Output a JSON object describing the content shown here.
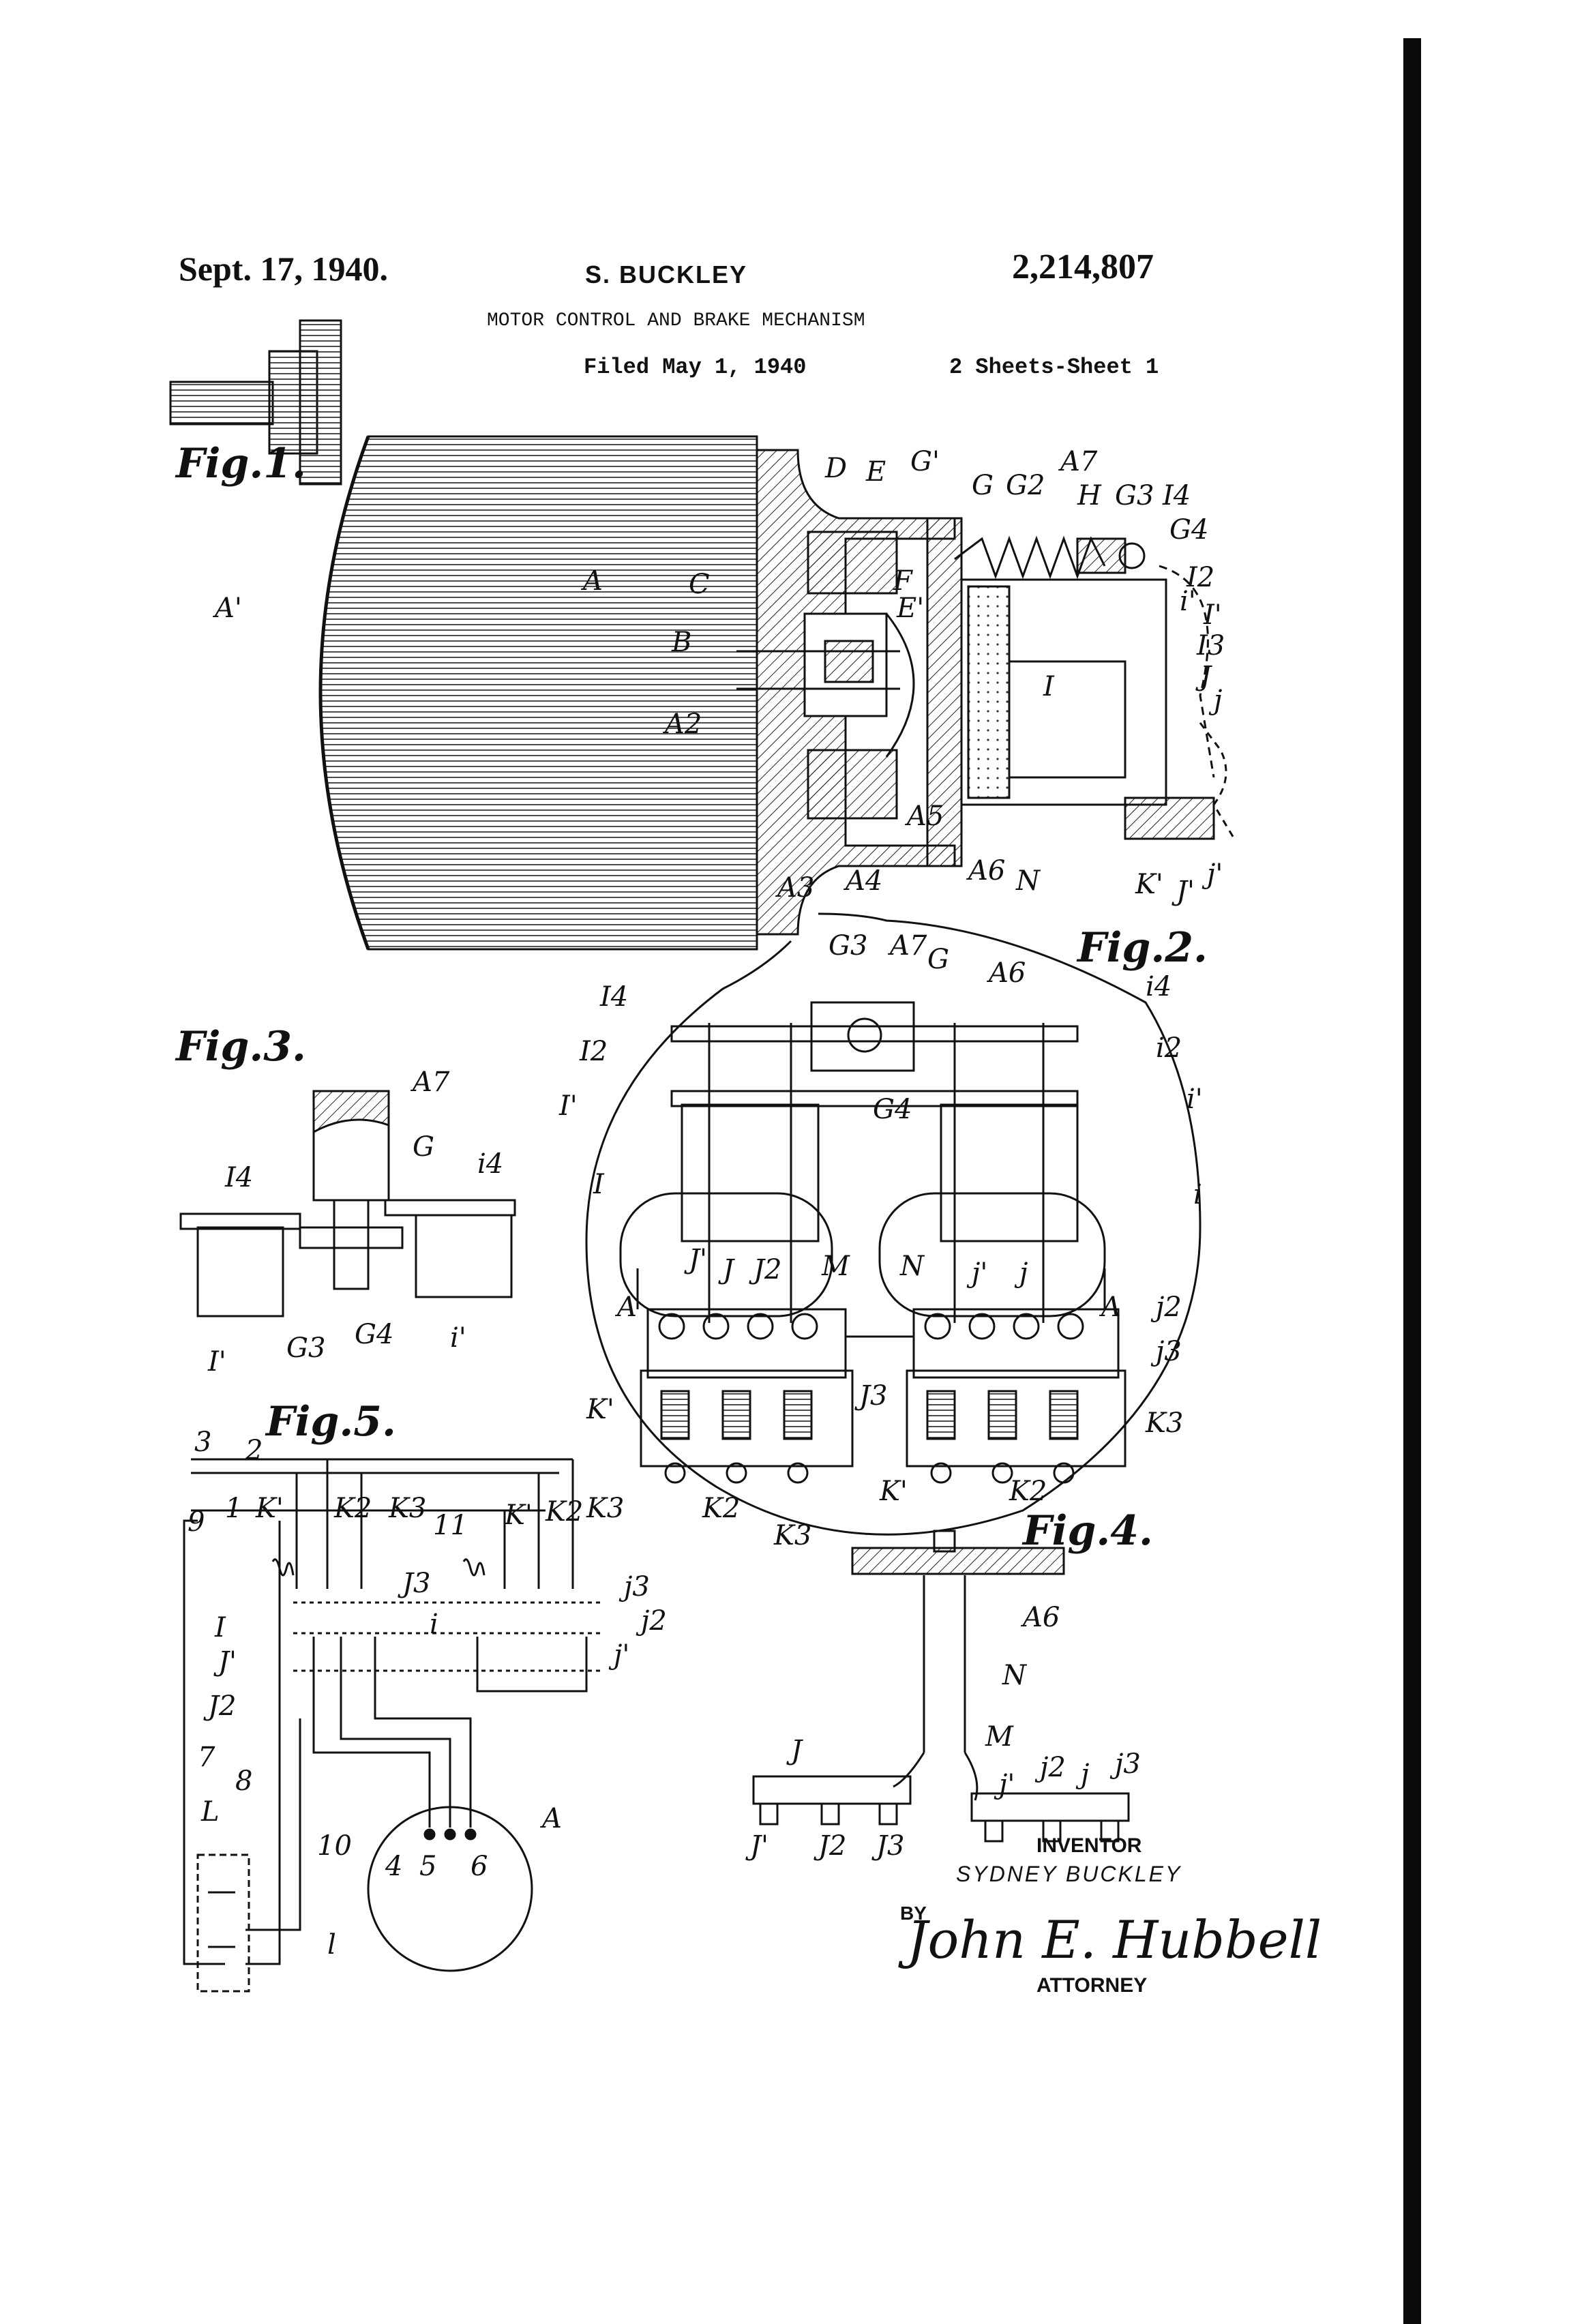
{
  "header": {
    "date": "Sept. 17, 1940.",
    "inventor": "S. BUCKLEY",
    "patent_number": "2,214,807",
    "title": "MOTOR CONTROL AND BRAKE MECHANISM",
    "filed": "Filed May 1, 1940",
    "sheets": "2 Sheets-Sheet 1"
  },
  "figures": {
    "fig1": "Fig.1.",
    "fig2": "Fig.2.",
    "fig3": "Fig.3.",
    "fig4": "Fig.4.",
    "fig5": "Fig.5."
  },
  "fig1_labels": {
    "A1": "A'",
    "A": "A",
    "C": "C",
    "B": "B",
    "A2": "A2",
    "A3": "A3",
    "A4": "A4",
    "A5": "A5",
    "A6": "A6",
    "N": "N",
    "D": "D",
    "E": "E",
    "G1": "G'",
    "G": "G",
    "G2": "G2",
    "A7": "A7",
    "H": "H",
    "G3": "G3",
    "I4": "I4",
    "G4": "G4",
    "I2": "I2",
    "i1": "i'",
    "I1": "I'",
    "I3": "I3",
    "I": "I",
    "F": "F",
    "E1": "E'",
    "J": "J",
    "j": "j",
    "K1": "K'",
    "J1": "J'",
    "j1": "j'"
  },
  "fig2_labels": {
    "G3": "G3",
    "A7": "A7",
    "G": "G",
    "A6": "A6",
    "I4": "I4",
    "i4": "i4",
    "I2": "I2",
    "i2": "i2",
    "I1": "I'",
    "i1": "i'",
    "G4": "G4",
    "I": "I",
    "i": "i",
    "M": "M",
    "N": "N",
    "J1": "J'",
    "J": "J",
    "J2": "J2",
    "j1": "j'",
    "j": "j",
    "j2": "j2",
    "j3": "j3",
    "A_left": "A",
    "A_right": "A",
    "K1": "K'",
    "J3": "J3",
    "K3": "K3",
    "K2": "K2",
    "K1b": "K'",
    "K2b": "K2"
  },
  "fig3_labels": {
    "A7": "A7",
    "G": "G",
    "I4": "I4",
    "i4": "i4",
    "I1": "I'",
    "G3": "G3",
    "G4": "G4",
    "i1": "i'"
  },
  "fig4_labels": {
    "A6": "A6",
    "N": "N",
    "J": "J",
    "M": "M",
    "j1": "j'",
    "j2": "j2",
    "j": "j",
    "j3": "j3",
    "J1": "J'",
    "J2": "J2",
    "J3": "J3"
  },
  "fig5_labels": {
    "n3": "3",
    "n2": "2",
    "n1": "1",
    "n9": "9",
    "K1": "K'",
    "K2": "K2",
    "K3": "K3",
    "n11": "11",
    "k1": "K'",
    "k2": "K2",
    "k3": "K3",
    "j3": "j3",
    "j2": "j2",
    "j1": "j'",
    "J3": "J3",
    "I": "I",
    "i": "i",
    "J1": "J'",
    "J2": "J2",
    "n7": "7",
    "n8": "8",
    "n10": "10",
    "L": "L",
    "l": "l",
    "n4": "4",
    "n5": "5",
    "n6": "6",
    "A": "A"
  },
  "signature": {
    "inventor_label": "INVENTOR",
    "inventor_name": "SYDNEY BUCKLEY",
    "by_label": "BY",
    "attorney_signature": "John E. Hubbell",
    "attorney_label": "ATTORNEY"
  }
}
